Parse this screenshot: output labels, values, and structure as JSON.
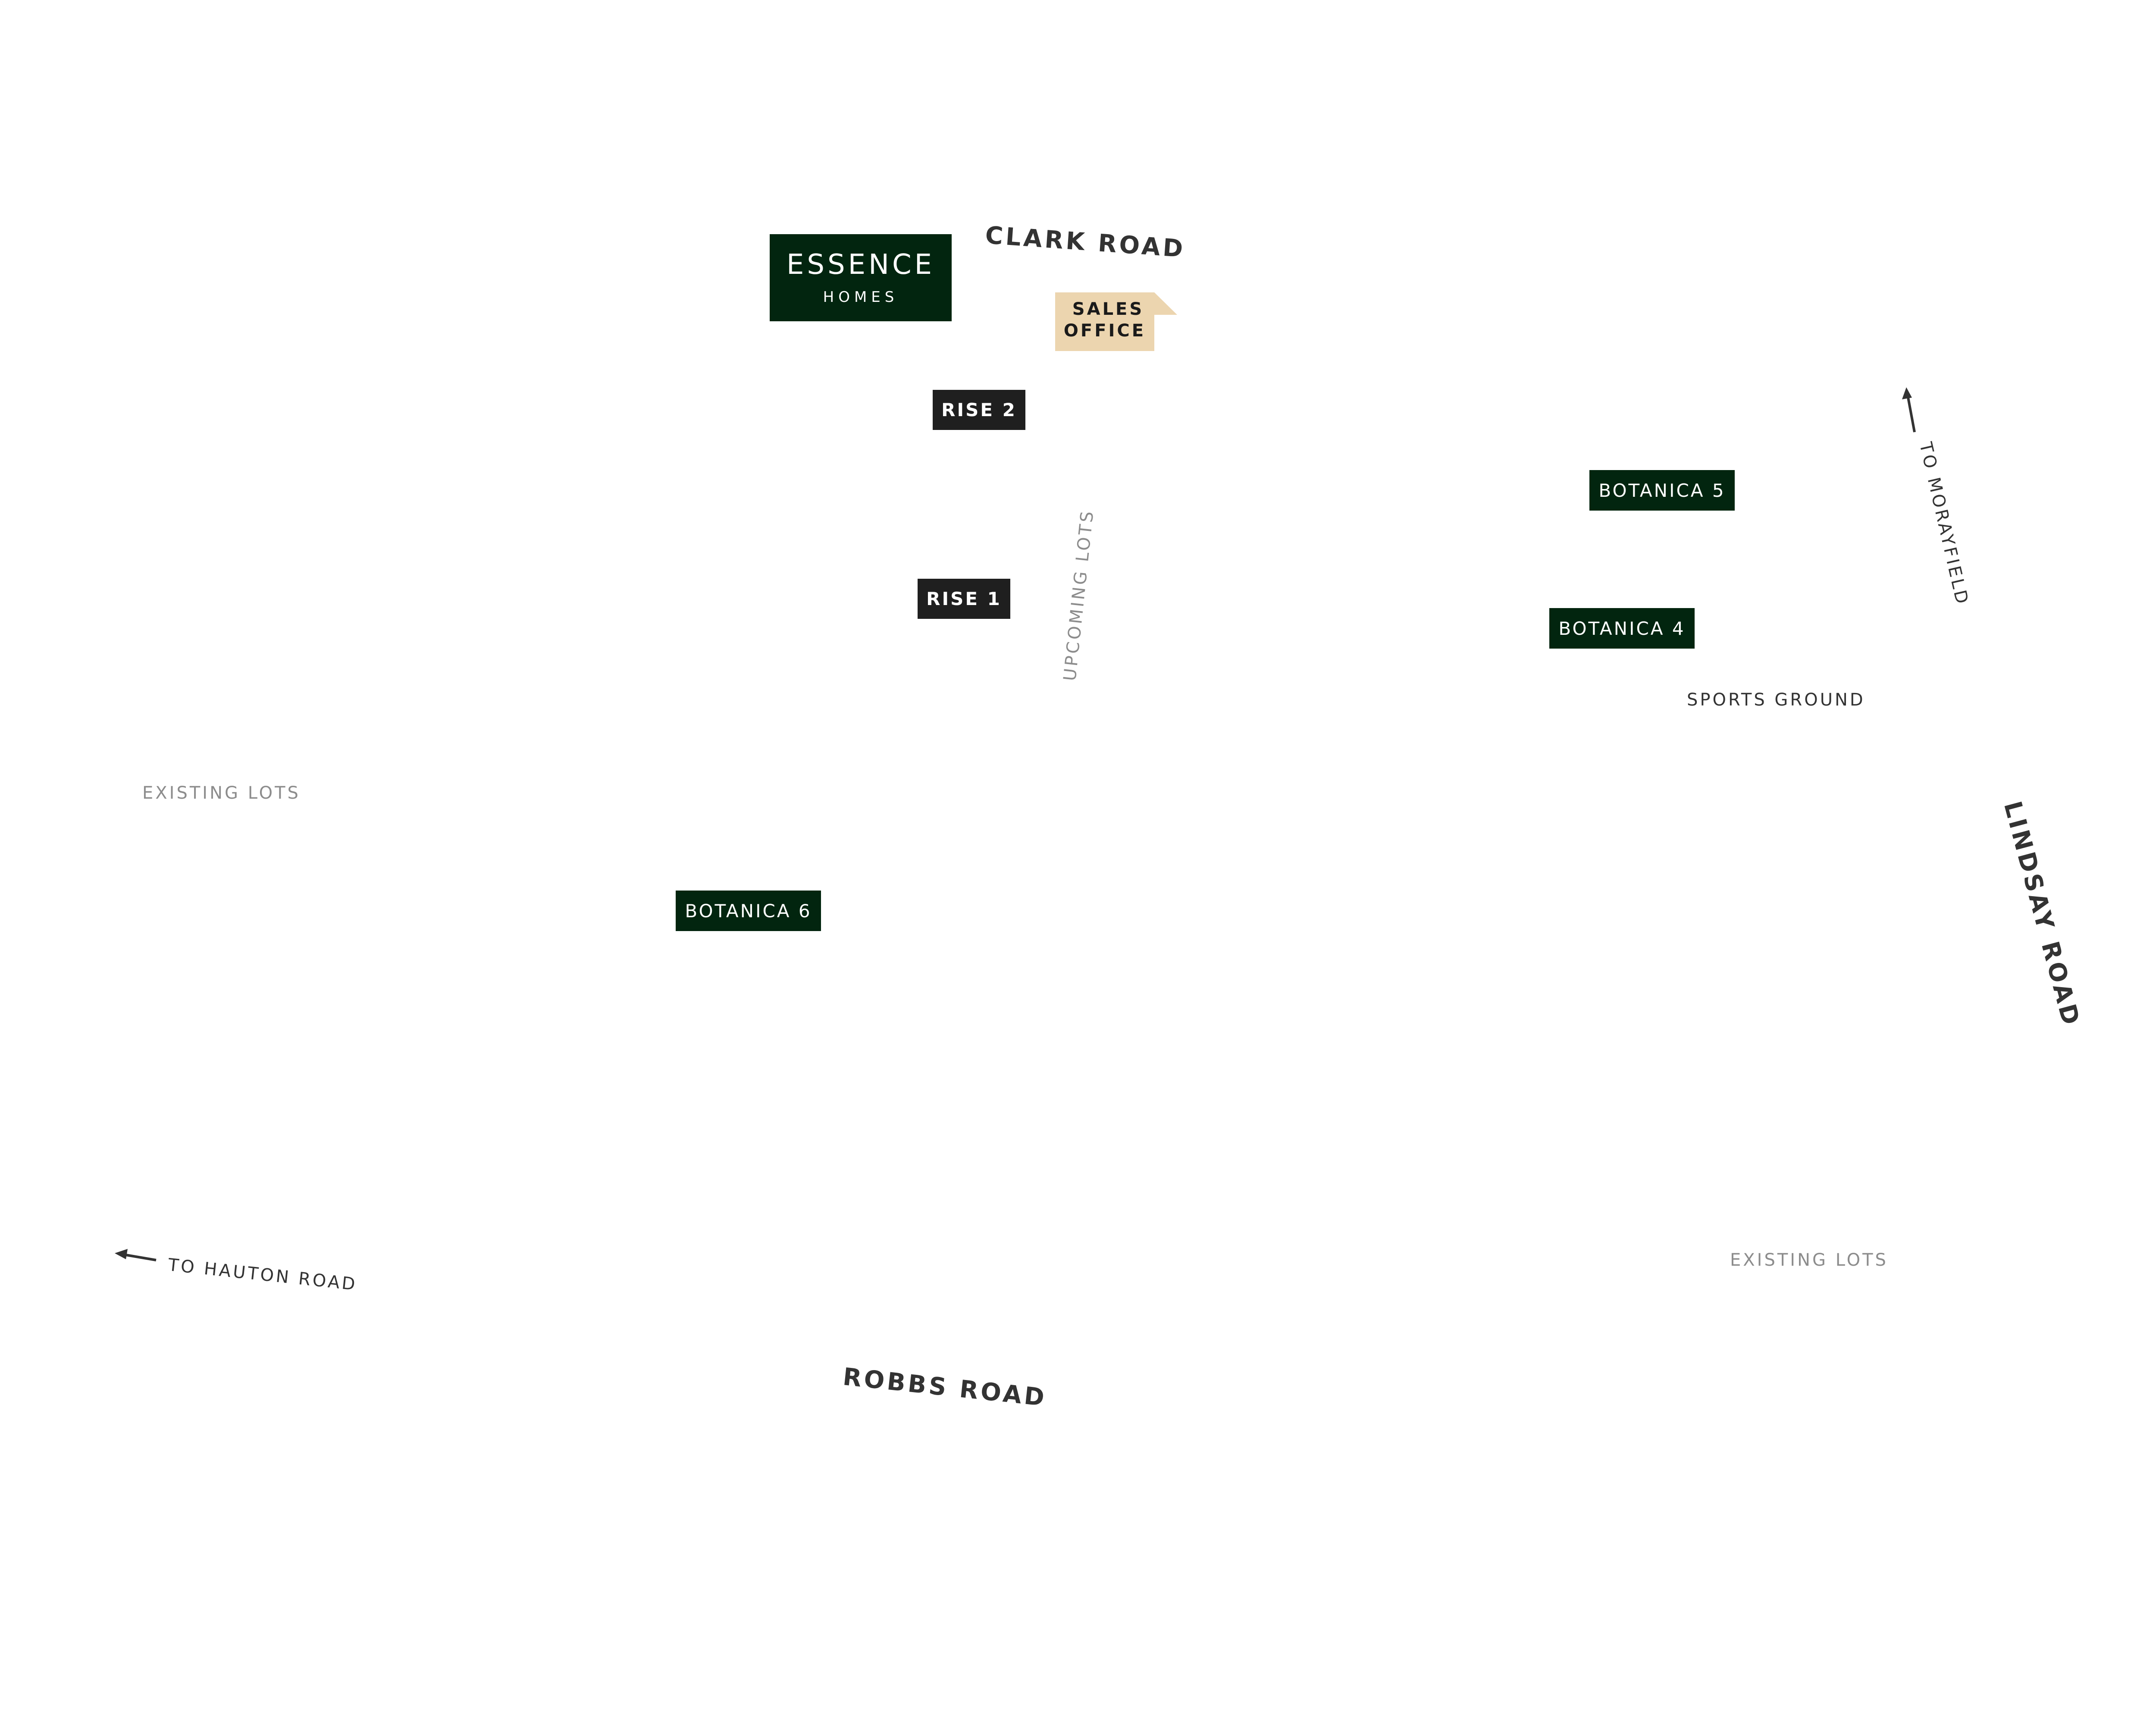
{
  "map": {
    "roads": {
      "clark": "CLARK ROAD",
      "robbs": "ROBBS ROAD",
      "lindsay": "LINDSAY ROAD"
    },
    "directions": {
      "hauton": "TO HAUTON ROAD",
      "morayfield": "TO MORAYFIELD"
    },
    "areas": {
      "existing_lots_west": "EXISTING LOTS",
      "existing_lots_east": "EXISTING LOTS",
      "upcoming_lots": "UPCOMING  LOTS",
      "sports_ground": "SPORTS GROUND"
    },
    "stages": {
      "rise_2": "RISE 2",
      "rise_1": "RISE 1",
      "botanica_5": "BOTANICA 5",
      "botanica_4": "BOTANICA 4",
      "botanica_6": "BOTANICA 6"
    },
    "sales_office": {
      "line1": "SALES",
      "line2": "OFFICE"
    },
    "logo": {
      "name": "ESSENCE",
      "sub": "HOMES"
    },
    "colors": {
      "brand_green": "#02250f",
      "stage_dark": "#1f1f1f",
      "sales_office_fill": "#ecd5af",
      "road_text": "#333333",
      "faint_text": "#8c8c8c"
    },
    "icons": [
      "arrow-left-icon",
      "arrow-up-icon"
    ]
  }
}
